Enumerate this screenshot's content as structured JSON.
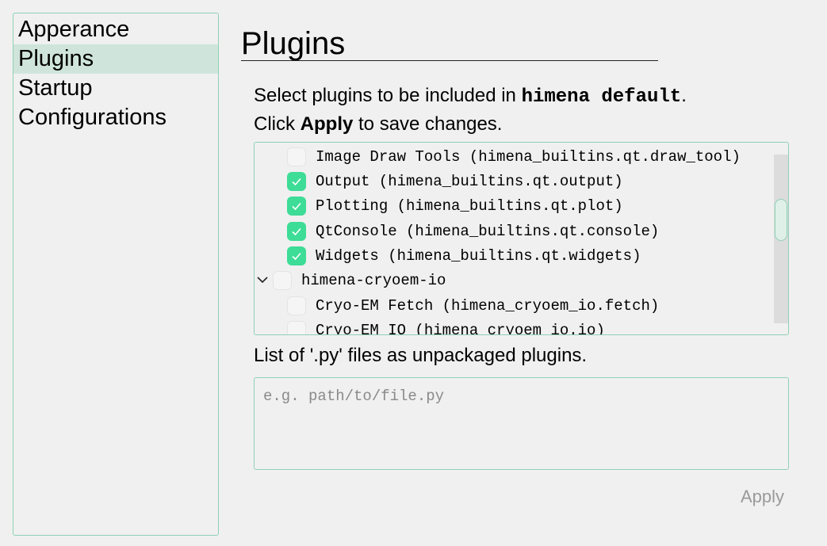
{
  "sidebar": {
    "items": [
      {
        "label": "Apperance",
        "active": false
      },
      {
        "label": "Plugins",
        "active": true
      },
      {
        "label": "Startup",
        "active": false
      },
      {
        "label": "Configurations",
        "active": false
      }
    ]
  },
  "main": {
    "title": "Plugins",
    "description": {
      "line1_prefix": "Select plugins to be included in ",
      "line1_code": "himena default",
      "line1_suffix": ".",
      "line2_prefix": "Click ",
      "line2_bold": "Apply",
      "line2_suffix": " to save changes."
    },
    "plugin_tree": {
      "rows": [
        {
          "label": "Image Draw Tools (himena_builtins.qt.draw_tool)",
          "checked": false,
          "level": 1
        },
        {
          "label": "Output (himena_builtins.qt.output)",
          "checked": true,
          "level": 1
        },
        {
          "label": "Plotting (himena_builtins.qt.plot)",
          "checked": true,
          "level": 1
        },
        {
          "label": "QtConsole (himena_builtins.qt.console)",
          "checked": true,
          "level": 1
        },
        {
          "label": "Widgets (himena_builtins.qt.widgets)",
          "checked": true,
          "level": 1
        },
        {
          "label": "himena-cryoem-io",
          "checked": false,
          "level": 0,
          "expanded": true
        },
        {
          "label": "Cryo-EM Fetch (himena_cryoem_io.fetch)",
          "checked": false,
          "level": 1
        },
        {
          "label": "Cryo-EM IO (himena_cryoem_io.io)",
          "checked": false,
          "level": 1
        }
      ]
    },
    "files_label": "List of '.py' files as unpackaged plugins.",
    "files_input": {
      "placeholder": "e.g. path/to/file.py",
      "value": ""
    },
    "apply_label": "Apply"
  },
  "colors": {
    "accent": "#8fd1b6",
    "checked": "#3ddc97",
    "selected_bg": "#cfe5dc"
  }
}
